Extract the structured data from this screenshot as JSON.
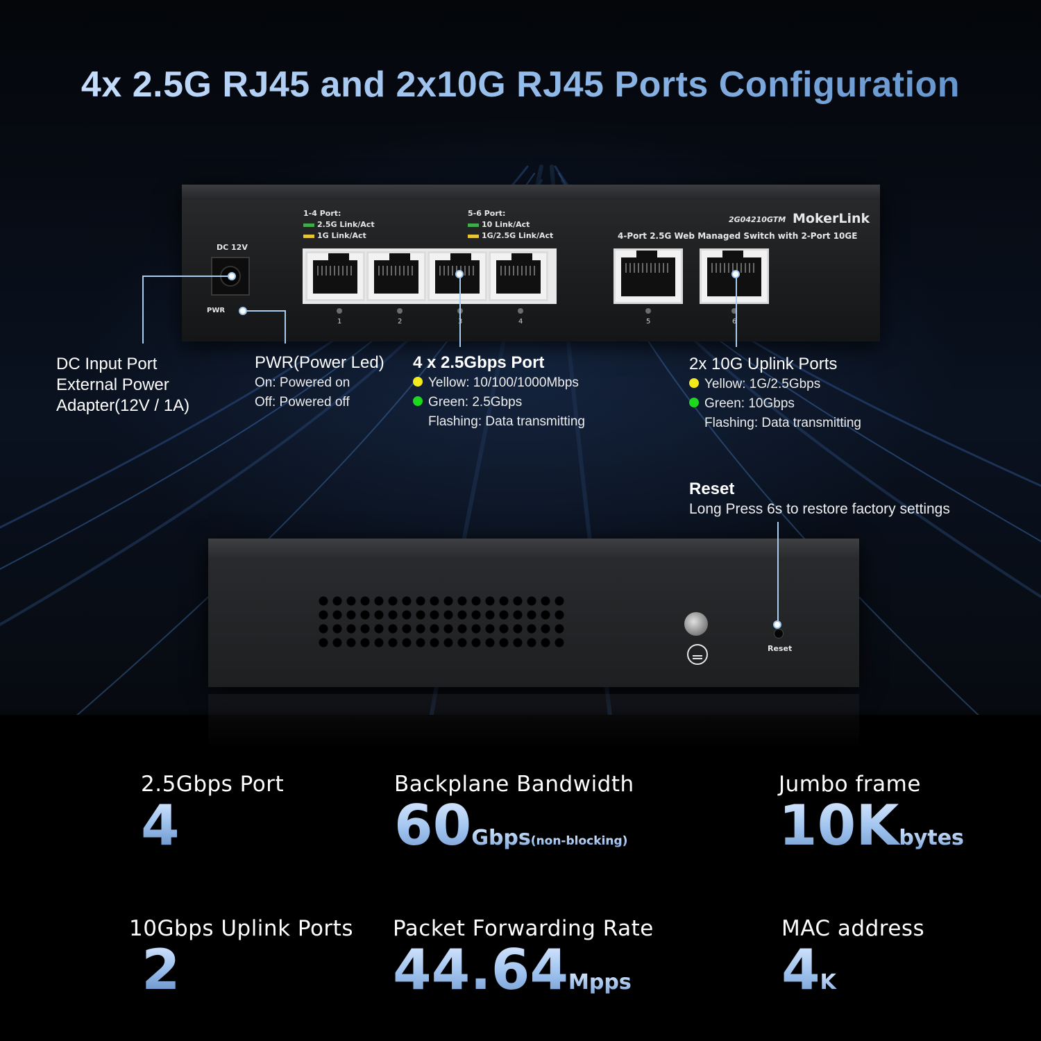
{
  "headline": "4x 2.5G RJ45 and 2x10G RJ45 Ports Configuration",
  "front_panel": {
    "dc_label": "DC 12V",
    "pwr_label": "PWR",
    "group1_title": "1-4 Port:",
    "group1_led1": "2.5G Link/Act",
    "group1_led2": "1G Link/Act",
    "group2_title": "5-6 Port:",
    "group2_led1": "10 Link/Act",
    "group2_led2": "1G/2.5G Link/Act",
    "model": "2G04210GTM",
    "brand": "MokerLink",
    "description": "4-Port 2.5G Web Managed Switch with 2-Port 10GE",
    "port_numbers": [
      "1",
      "2",
      "3",
      "4",
      "5",
      "6"
    ],
    "led_green": "#3fae49",
    "led_yellow": "#e7c43a"
  },
  "callouts": {
    "dc": {
      "title_line1": "DC Input Port",
      "title_line2": "External Power",
      "title_line3": "Adapter(12V / 1A)"
    },
    "pwr": {
      "title": "PWR(Power Led)",
      "on": "On: Powered on",
      "off": "Off: Powered off"
    },
    "ports25": {
      "title": "4 x 2.5Gbps Port",
      "yellow": "Yellow: 10/100/1000Mbps",
      "green": "Green: 2.5Gbps",
      "flashing": "Flashing: Data transmitting"
    },
    "uplink": {
      "title": "2x 10G Uplink Ports",
      "yellow": "Yellow: 1G/2.5Gbps",
      "green": "Green: 10Gbps",
      "flashing": "Flashing: Data transmitting"
    },
    "reset": {
      "title": "Reset",
      "desc": "Long Press 6s to restore factory settings"
    },
    "bullet_yellow": "#f2ea1a",
    "bullet_green": "#1ed81e"
  },
  "rear_panel": {
    "reset_label": "Reset"
  },
  "specs": [
    {
      "label": "2.5Gbps Port",
      "value": "4",
      "unit": "",
      "unit_note": ""
    },
    {
      "label": "Backplane Bandwidth",
      "value": "60",
      "unit": "Gbps",
      "unit_note": "(non-blocking)"
    },
    {
      "label": "Jumbo frame",
      "value": "10K",
      "unit": "bytes",
      "unit_note": ""
    },
    {
      "label": "10Gbps Uplink Ports",
      "value": "2",
      "unit": "",
      "unit_note": ""
    },
    {
      "label": "Packet Forwarding Rate",
      "value": "44.64",
      "unit": "Mpps",
      "unit_note": ""
    },
    {
      "label": "MAC address",
      "value": "4",
      "unit": "K",
      "unit_note": ""
    }
  ]
}
